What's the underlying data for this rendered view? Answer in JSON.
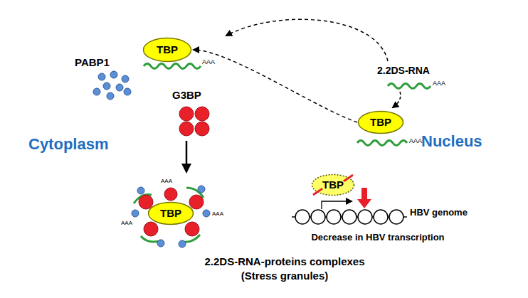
{
  "diagram": {
    "nodes": [
      {
        "text": [
          "Cytoplasm"
        ]
      },
      {
        "text": [
          "TBP"
        ],
        "in": 0
      },
      {
        "text": [
          "Nucleus"
        ],
        "in": 0
      },
      {
        "text": [
          "TBP"
        ],
        "in": 2
      },
      {
        "text": [
          "TBP"
        ],
        "in": 2
      },
      {
        "text": [
          "TBP"
        ],
        "in": 0
      }
    ],
    "edges": [
      {
        "from": 3,
        "to": 1,
        "arrow": "to"
      }
    ],
    "labels": [
      "PABP1",
      "AAA",
      "G3BP",
      "2.2DS-RNA",
      "AAA",
      "AAA",
      "HBV genome",
      "Decrease in HBV transcription",
      "AAA",
      "AAA",
      "AAA",
      "2.2DS-RNA-proteins complexes (Stress granules)"
    ]
  }
}
